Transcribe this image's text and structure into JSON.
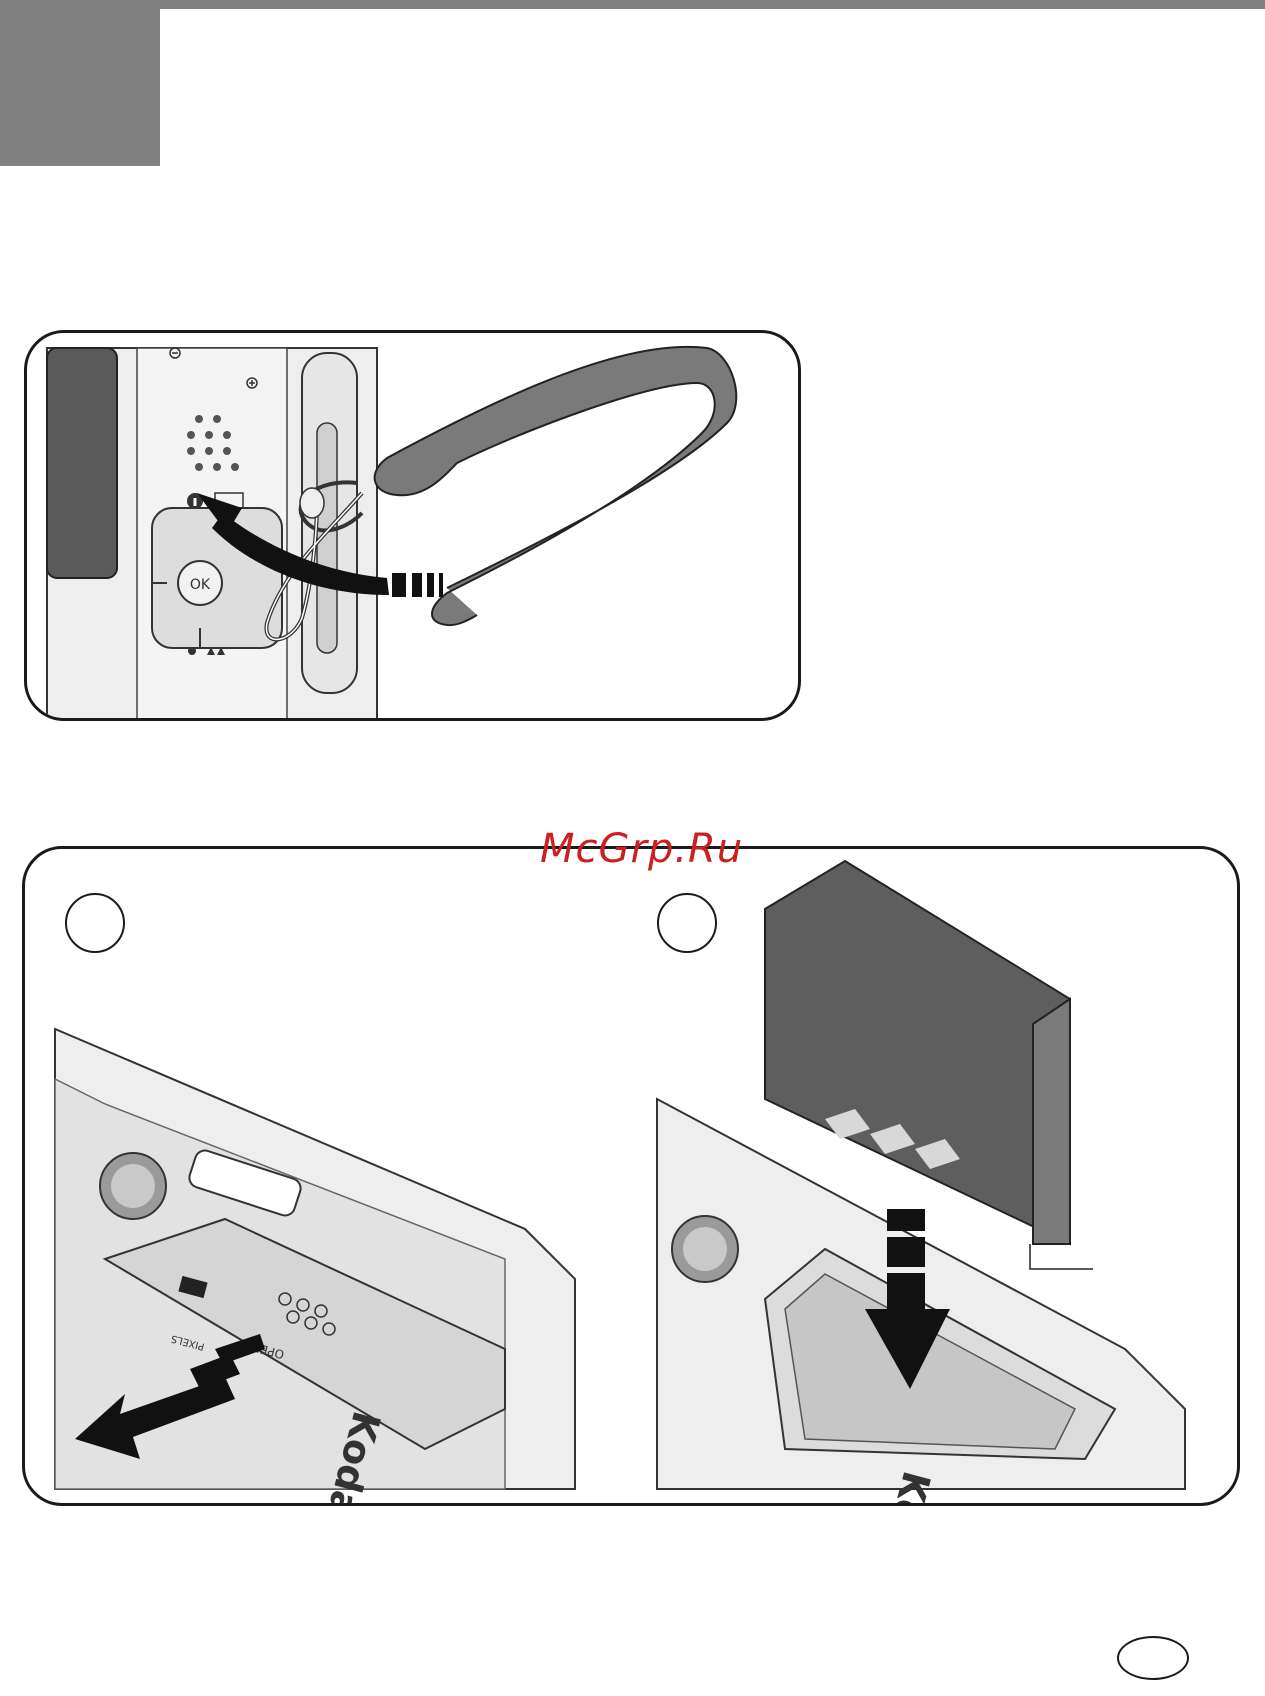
{
  "page": {
    "watermark": "McGrp.Ru"
  },
  "figures": {
    "strap": {
      "camera_labels": {
        "ok_button": "OK"
      },
      "icons": [
        "zoom-out-icon",
        "zoom-in-icon",
        "info-icon",
        "review-icon",
        "speaker-grille-icon",
        "wrist-strap-icon",
        "insert-arrow-icon"
      ]
    },
    "battery": {
      "camera_labels": {
        "door_label": "OPEN",
        "pixels_label": "PIXELS",
        "brand": "Kodak"
      },
      "icons": [
        "battery-door-icon",
        "slide-arrow-icon",
        "battery-icon",
        "down-arrow-icon"
      ]
    }
  },
  "colors": {
    "accent_gray": "#808080",
    "watermark_red": "#cc1f1f"
  }
}
